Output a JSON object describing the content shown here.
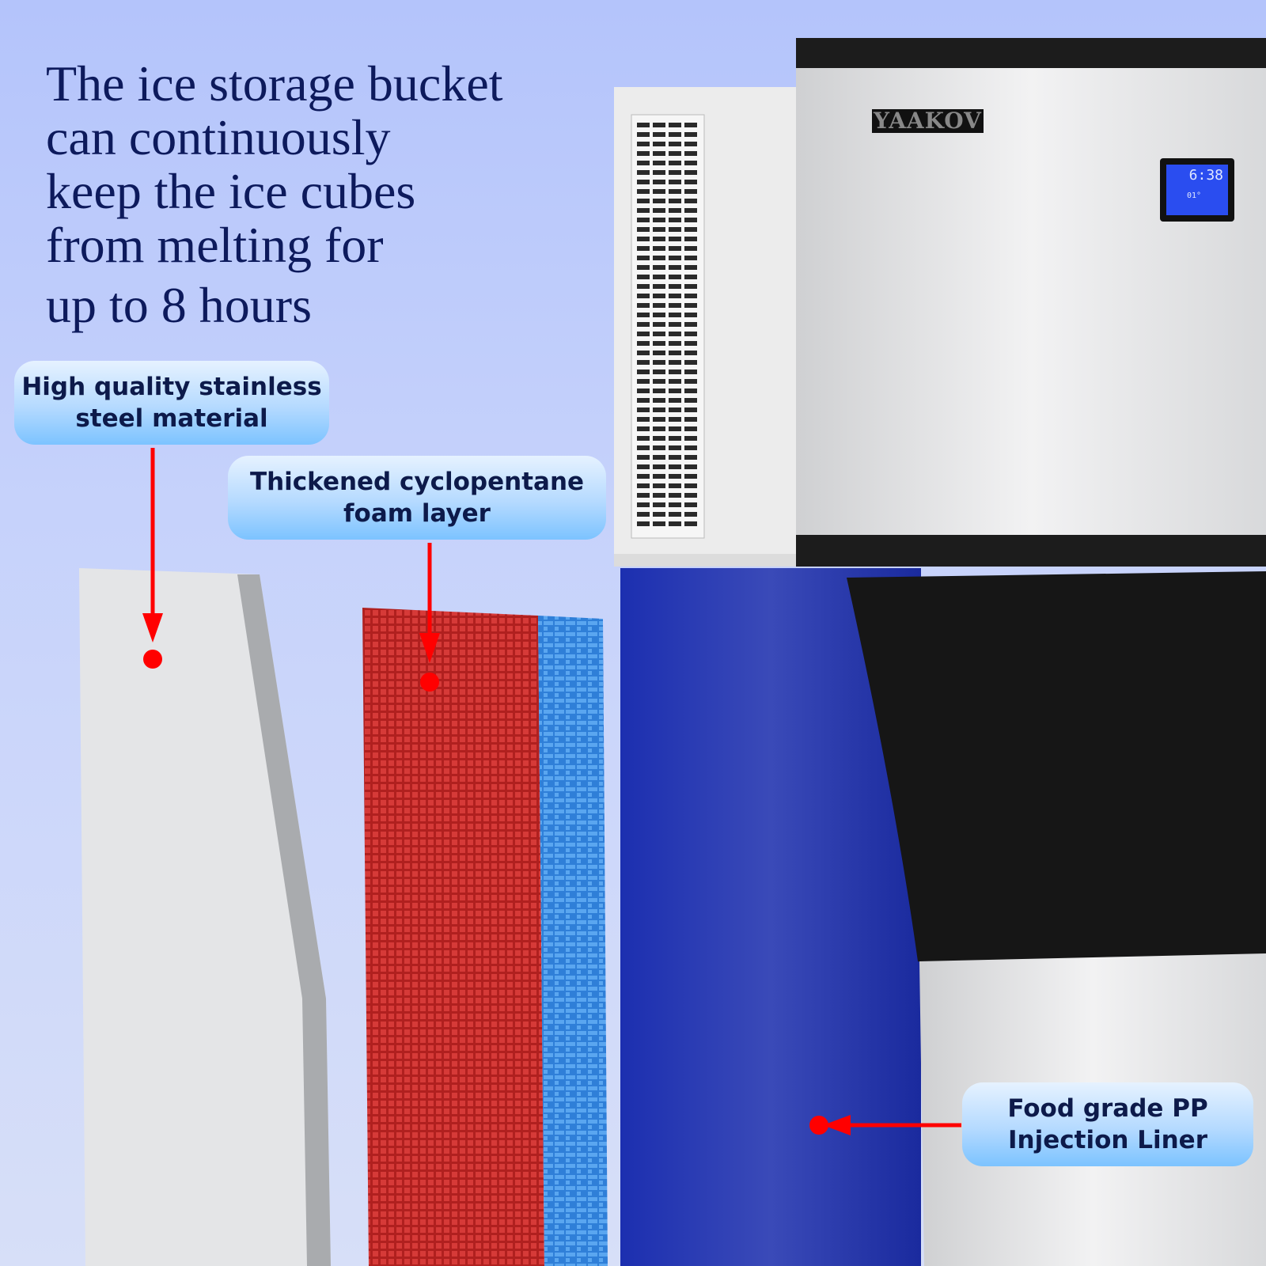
{
  "headline": {
    "lines": [
      "The ice storage bucket",
      "can continuously",
      "keep the ice cubes",
      "from melting for",
      "up to 8 hours"
    ]
  },
  "callouts": {
    "steel": [
      "High quality stainless",
      "steel material"
    ],
    "foam": [
      "Thickened cyclopentane",
      "foam layer"
    ],
    "liner": [
      "Food grade PP",
      "Injection Liner"
    ]
  },
  "product": {
    "brand": "YAAKOV",
    "display_time": "6:38",
    "display_temp": "01°"
  },
  "colors": {
    "text": "#0d1a5c",
    "arrow": "#ff0000",
    "liner": "#1a2fa8",
    "foam_red": "#c0282a",
    "foam_blue": "#3a8ee0"
  }
}
